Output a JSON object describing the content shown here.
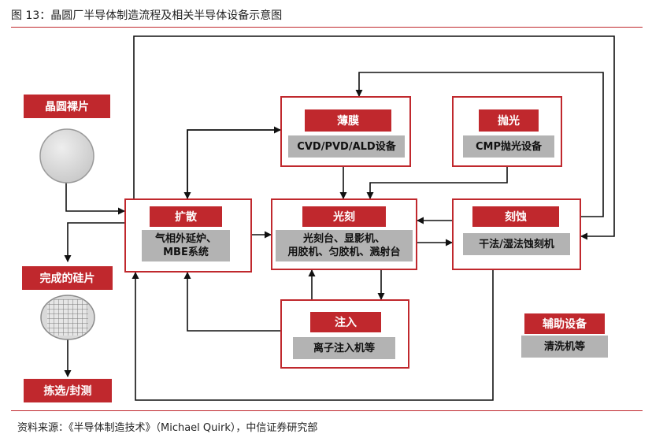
{
  "figure": {
    "title": "图 13：晶圆厂半导体制造流程及相关半导体设备示意图",
    "source": "资料来源：《半导体制造技术》（Michael Quirk），中信证券研究部"
  },
  "left_column": {
    "wafer_label": "晶圆裸片",
    "finished_label": "完成的硅片",
    "sort_label": "拣选/封测"
  },
  "stages": {
    "thin_film": {
      "title": "薄膜",
      "lines": [
        "CVD/PVD/ALD设备"
      ]
    },
    "polish": {
      "title": "抛光",
      "lines": [
        "CMP抛光设备"
      ]
    },
    "diffusion": {
      "title": "扩散",
      "lines": [
        "气相外延炉、",
        "MBE系统"
      ]
    },
    "litho": {
      "title": "光刻",
      "lines": [
        "光刻台、显影机、",
        "用胶机、匀胶机、溅射台"
      ]
    },
    "etch": {
      "title": "刻蚀",
      "lines": [
        "干法/湿法蚀刻机"
      ]
    },
    "implant": {
      "title": "注入",
      "lines": [
        "离子注入机等"
      ]
    },
    "auxiliary": {
      "title": "辅助设备",
      "lines": [
        "清洗机等"
      ]
    }
  },
  "colors": {
    "accent": "#c0282d",
    "panel_gray": "#b3b3b3",
    "arrow": "#111111"
  }
}
